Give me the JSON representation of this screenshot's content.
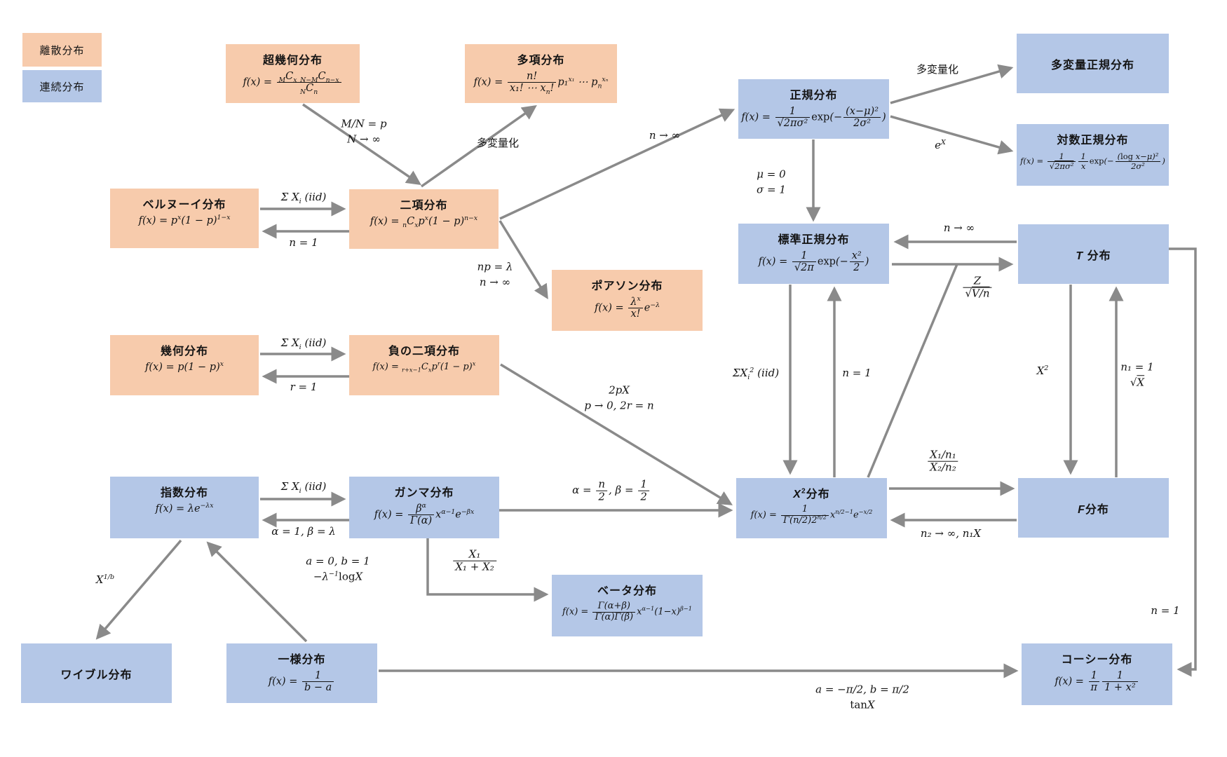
{
  "colors": {
    "discrete_fill": "#F7CBAC",
    "continuous_fill": "#B4C7E7",
    "arrow": "#8A8A8A",
    "text": "#141414",
    "background": "#FFFFFF"
  },
  "legend": {
    "discrete": "離散分布",
    "continuous": "連続分布"
  },
  "nodes": {
    "hypergeometric": {
      "title": "超幾何分布",
      "formula": "f(x) = <span class='fr'><span class='nu'><sub>M</sub>C<sub>x</sub> <sub>N−M</sub>C<sub>n−x</sub></span><span class='de'><sub>N</sub>C<sub>n</sub></span></span>"
    },
    "multinomial": {
      "title": "多項分布",
      "formula": "f(x) = <span class='fr'><span class='nu'>n!</span><span class='de'>x₁! ⋯ x<sub>n</sub>!</span></span>p₁<sup>x₁</sup> ⋯ p<sub>n</sub><sup>xₙ</sup>"
    },
    "normal": {
      "title": "正規分布",
      "formula": "f(x) = <span class='fr'><span class='nu'>1</span><span class='de'>√<span class='sq'>2πσ²</span></span></span><span class='up'>exp</span>(−<span class='fr'><span class='nu'>(x−μ)²</span><span class='de'>2σ²</span></span>)"
    },
    "multivariate_normal": {
      "title": "多変量正規分布",
      "formula": ""
    },
    "lognormal": {
      "title": "対数正規分布",
      "formula": "f(x) = <span class='fr'><span class='nu'>1</span><span class='de'>√<span class='sq'>2πσ²</span></span></span><span class='fr'><span class='nu'>1</span><span class='de'>x</span></span><span class='up'>exp</span>(−<span class='fr'><span class='nu'>(<span class='up'>log</span> x−μ)²</span><span class='de'>2σ²</span></span>)"
    },
    "bernoulli": {
      "title": "ベルヌーイ分布",
      "formula": "f(x) = p<sup>x</sup>(1 − p)<sup>1−x</sup>"
    },
    "binomial": {
      "title": "二項分布",
      "formula": "f(x) = <sub>n</sub>C<sub>x</sub>p<sup>x</sup>(1 − p)<sup>n−x</sup>"
    },
    "standard_normal": {
      "title": "標準正規分布",
      "formula": "f(x) = <span class='fr'><span class='nu'>1</span><span class='de'>√<span class='sq'>2π</span></span></span><span class='up'>exp</span>(−<span class='fr'><span class='nu'>x²</span><span class='de'>2</span></span>)"
    },
    "t": {
      "title": "<i>T</i> 分布",
      "formula": ""
    },
    "poisson": {
      "title": "ポアソン分布",
      "formula": "f(x) = <span class='fr'><span class='nu'>λ<sup>x</sup></span><span class='de'>x!</span></span>e<sup>−λ</sup>"
    },
    "geometric": {
      "title": "幾何分布",
      "formula": "f(x) = p(1 − p)<sup>x</sup>"
    },
    "negative_binomial": {
      "title": "負の二項分布",
      "formula": "f(x) = <sub>r+x−1</sub>C<sub>x</sub>p<sup>r</sup>(1 − p)<sup>x</sup>"
    },
    "exponential": {
      "title": "指数分布",
      "formula": "f(x) = λe<sup>−λx</sup>"
    },
    "gamma": {
      "title": "ガンマ分布",
      "formula": "f(x) = <span class='fr'><span class='nu'>β<sup>α</sup></span><span class='de'>Γ(α)</span></span>x<sup>α−1</sup>e<sup>−βx</sup>"
    },
    "chi_squared": {
      "title": "<i>X</i><sup>2</sup>分布",
      "formula": "f(x) = <span class='fr'><span class='nu'>1</span><span class='de'>Γ(n/2)2<sup>n/2</sup></span></span>x<sup>n/2−1</sup>e<sup>−x/2</sup>"
    },
    "f": {
      "title": "<i>F</i>分布",
      "formula": ""
    },
    "beta": {
      "title": "ベータ分布",
      "formula": "f(x) = <span class='fr'><span class='nu'>Γ(α+β)</span><span class='de'>Γ(α)Γ(β)</span></span>x<sup>α−1</sup>(1−x)<sup>β−1</sup>"
    },
    "weibull": {
      "title": "ワイブル分布",
      "formula": ""
    },
    "uniform": {
      "title": "一様分布",
      "formula": "f(x) = <span class='fr'><span class='nu'>1</span><span class='de'>b − a</span></span>"
    },
    "cauchy": {
      "title": "コーシー分布",
      "formula": "f(x) = <span class='fr'><span class='nu'>1</span><span class='de'>π</span></span><span class='fr'><span class='nu'>1</span><span class='de'>1 + x²</span></span>"
    }
  },
  "labels": {
    "hyper_to_binom": {
      "html": "M/N = p<br>N → ∞"
    },
    "binom_to_multi": {
      "html": "<span class='jp'>多変量化</span>"
    },
    "binom_to_normal": {
      "html": "n → ∞"
    },
    "bern_to_binom": {
      "html": "Σ X<sub>i</sub> (iid)"
    },
    "binom_to_bern": {
      "html": "n = 1"
    },
    "binom_to_poisson": {
      "html": "np = λ<br>n → ∞"
    },
    "normal_to_mvn": {
      "html": "<span class='jp'>多変量化</span>"
    },
    "normal_to_lognormal": {
      "html": "e<sup>X</sup>"
    },
    "normal_to_stdnormal": {
      "html": "μ = 0<br>σ = 1"
    },
    "geo_to_negbinom": {
      "html": "Σ X<sub>i</sub> (iid)"
    },
    "negbinom_to_geo": {
      "html": "r = 1"
    },
    "negbinom_to_chi2": {
      "html": "2pX<br>p → 0, 2r = n"
    },
    "t_to_stdnormal": {
      "html": "n → ∞"
    },
    "stdnormal_to_t": {
      "html": "<span class='fr'><span class='nu'>Z</span><span class='de'>√<span class='sq'>V/n</span></span></span>"
    },
    "stdnormal_to_chi2": {
      "html": "ΣX<sub>i</sub><sup>2</sup> (iid)"
    },
    "chi2_to_stdnormal": {
      "html": "n = 1"
    },
    "chi2_to_f": {
      "html": "<span class='fr'><span class='nu'>X₁/n₁</span><span class='de'>X₂/n₂</span></span>"
    },
    "f_to_chi2": {
      "html": "n₂ → ∞, n₁X"
    },
    "t_to_f": {
      "html": "X<sup>2</sup>"
    },
    "f_to_t": {
      "html": "n₁ = 1<br>√<span class='sq'>X</span>"
    },
    "t_to_cauchy": {
      "html": "n = 1"
    },
    "exp_to_gamma": {
      "html": "Σ X<sub>i</sub> (iid)"
    },
    "gamma_to_exp": {
      "html": "α = 1, β = λ"
    },
    "gamma_to_chi2": {
      "html": "α = <span class='fr'><span class='nu'>n</span><span class='de'>2</span></span>, β = <span class='fr'><span class='nu'>1</span><span class='de'>2</span></span>"
    },
    "gamma_to_beta": {
      "html": "<span class='fr'><span class='nu'>X₁</span><span class='de'>X₁ + X₂</span></span>"
    },
    "exp_to_weibull": {
      "html": "X<sup>1/b</sup>"
    },
    "uniform_to_exp": {
      "html": "a = 0, b = 1<br>−λ<sup>−1</sup><span class='up'>log</span>X"
    },
    "uniform_to_cauchy": {
      "html": "a = −π/2, b = π/2<br><span class='up'>tan</span>X"
    }
  }
}
